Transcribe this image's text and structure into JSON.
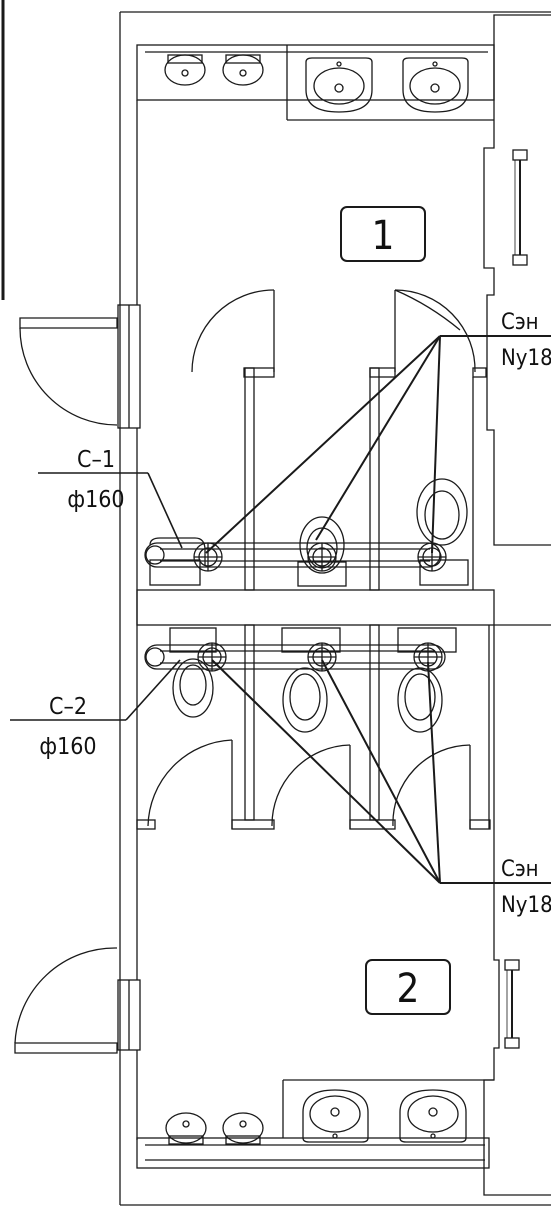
{
  "rooms": [
    {
      "number": "1"
    },
    {
      "number": "2"
    }
  ],
  "pipes": [
    {
      "code": "С–1",
      "diameter": "ф160"
    },
    {
      "code": "С–2",
      "diameter": "ф160"
    }
  ],
  "riser_labels": [
    {
      "line1": "Сэн",
      "line2": "Ny18"
    },
    {
      "line1": "Сэн",
      "line2": "Ny18"
    }
  ],
  "colors": {
    "line": "#1a1a1a",
    "background": "#ffffff"
  }
}
